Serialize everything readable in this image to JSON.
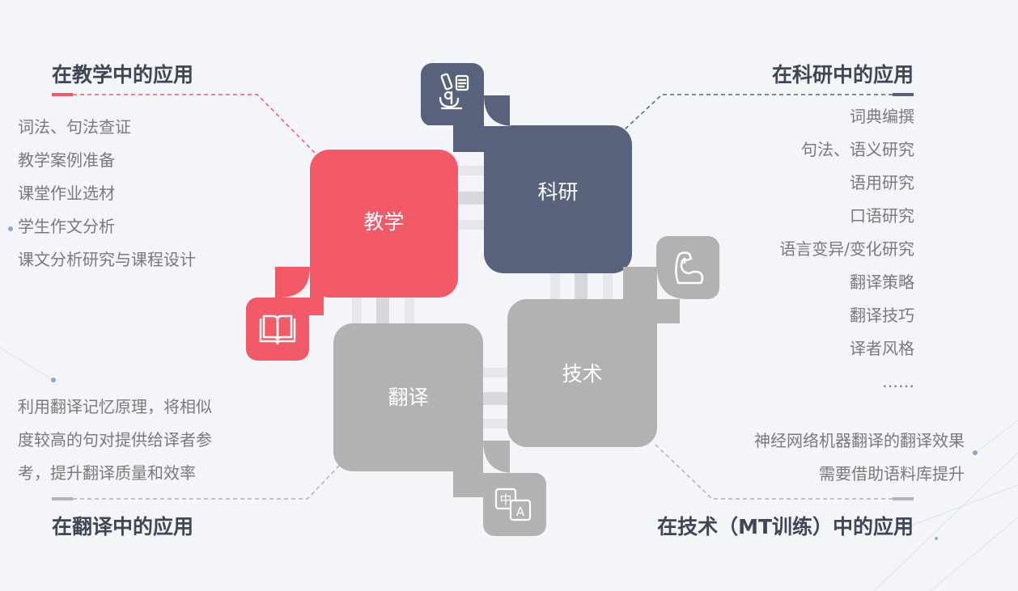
{
  "colors": {
    "teaching": "#f15a66",
    "research": "#59627c",
    "tech": "#b2b2b2",
    "translation": "#b2b2b2",
    "text": "#7a7a7a",
    "title": "#3f4656"
  },
  "blocks": {
    "teaching": {
      "label": "教学",
      "icon": "book-icon"
    },
    "research": {
      "label": "科研",
      "icon": "microscope-icon"
    },
    "tech": {
      "label": "技术",
      "icon": "arm-icon"
    },
    "translation": {
      "label": "翻译",
      "icon": "translate-icon"
    }
  },
  "teaching_section": {
    "title": "在教学中的应用",
    "items": [
      "词法、句法查证",
      "教学案例准备",
      "课堂作业选材",
      "学生作文分析",
      "课文分析研究与课程设计"
    ]
  },
  "research_section": {
    "title": "在科研中的应用",
    "items": [
      "词典编撰",
      "句法、语义研究",
      "语用研究",
      "口语研究",
      "语言变异/变化研究",
      "翻译策略",
      "翻译技巧",
      "译者风格",
      "……"
    ]
  },
  "translation_section": {
    "title": "在翻译中的应用",
    "lines": [
      "利用翻译记忆原理，将相似",
      "度较高的句对提供给译者参",
      "考，提升翻译质量和效率"
    ]
  },
  "tech_section": {
    "title": "在技术（MT训练）中的应用",
    "lines": [
      "神经网络机器翻译的翻译效果",
      "需要借助语料库提升"
    ]
  }
}
